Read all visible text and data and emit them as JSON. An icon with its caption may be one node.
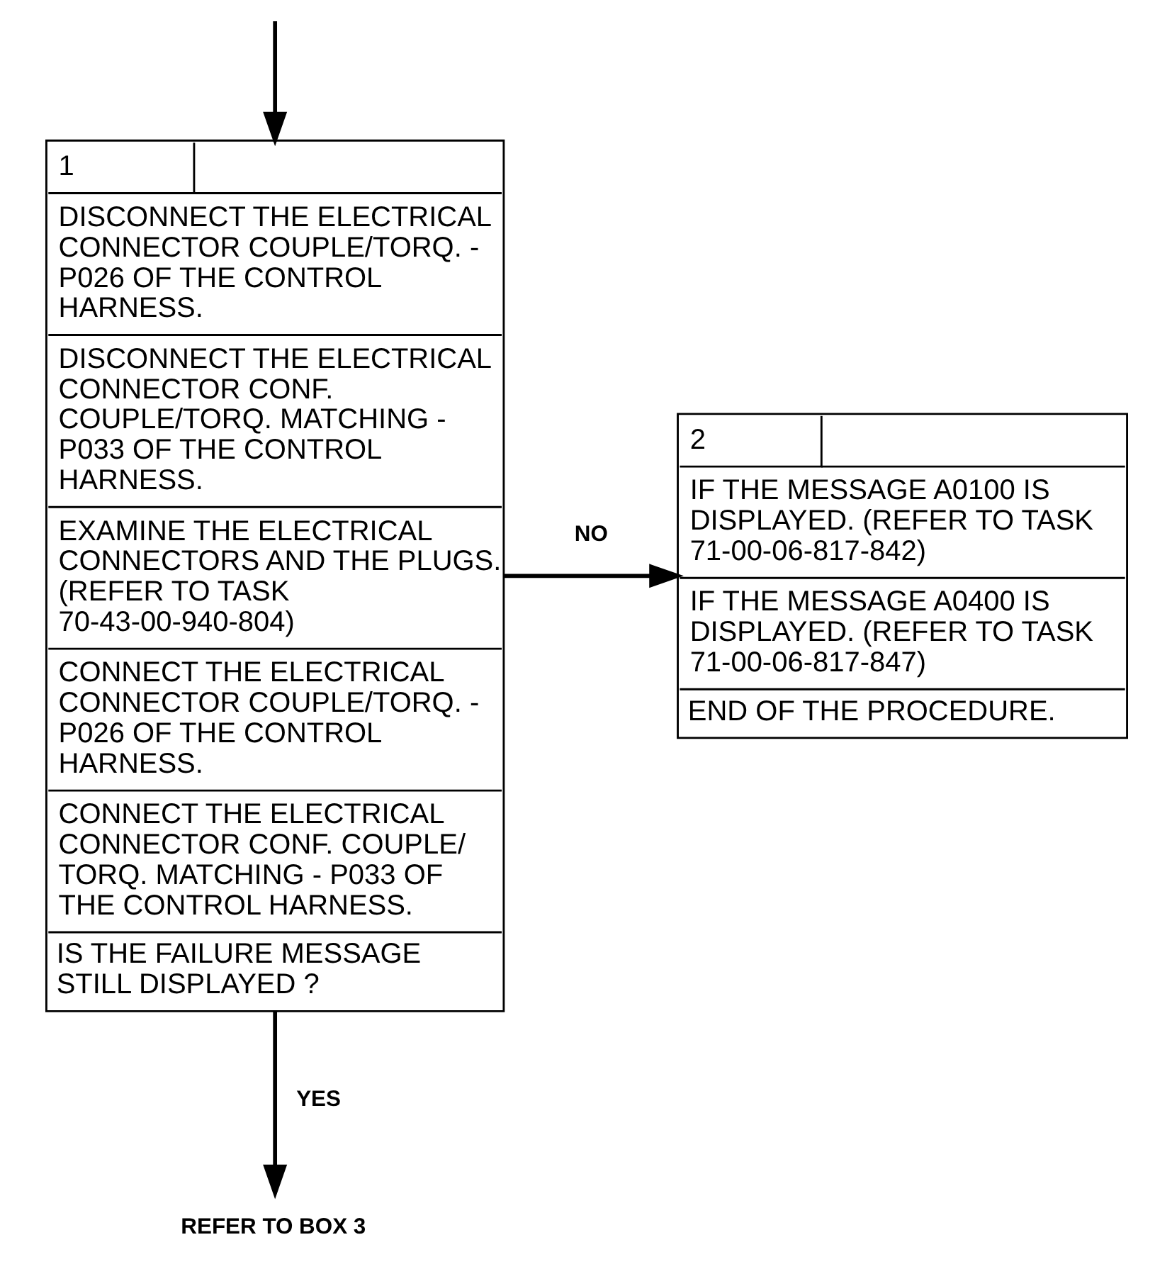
{
  "diagram": {
    "nodes": [
      {
        "text": [
          "1",
          "DISCONNECT THE ELECTRICAL CONNECTOR COUPLE/TORQ. - P026 OF THE CONTROL HARNESS.",
          "DISCONNECT THE ELECTRICAL CONNECTOR CONF. COUPLE/TORQ. MATCHING - P033 OF THE CONTROL HARNESS.",
          "EXAMINE THE ELECTRICAL CONNECTORS AND THE PLUGS. (REFER TO TASK 70-43-00-940-804)",
          "CONNECT THE ELECTRICAL CONNECTOR COUPLE/TORQ. - P026 OF THE CONTROL HARNESS.",
          "CONNECT THE ELECTRICAL CONNECTOR CONF. COUPLE/ TORQ. MATCHING - P033 OF THE CONTROL HARNESS.",
          "IS THE FAILURE MESSAGE STILL DISPLAYED ?"
        ]
      },
      {
        "text": [
          "2",
          "IF THE MESSAGE A0100 IS DISPLAYED. (REFER TO TASK 71-00-06-817-842)",
          "IF THE MESSAGE A0400 IS DISPLAYED. (REFER TO TASK 71-00-06-817-847)",
          "END OF THE PROCEDURE."
        ]
      },
      {
        "text": [
          "REFER TO BOX 3"
        ]
      }
    ],
    "edges": [
      {
        "from": null,
        "to": 0,
        "arrow": "to"
      },
      {
        "from": 0,
        "to": 1,
        "arrow": "to",
        "label": "NO"
      },
      {
        "from": 0,
        "to": 2,
        "arrow": "to",
        "label": "YES"
      }
    ]
  }
}
